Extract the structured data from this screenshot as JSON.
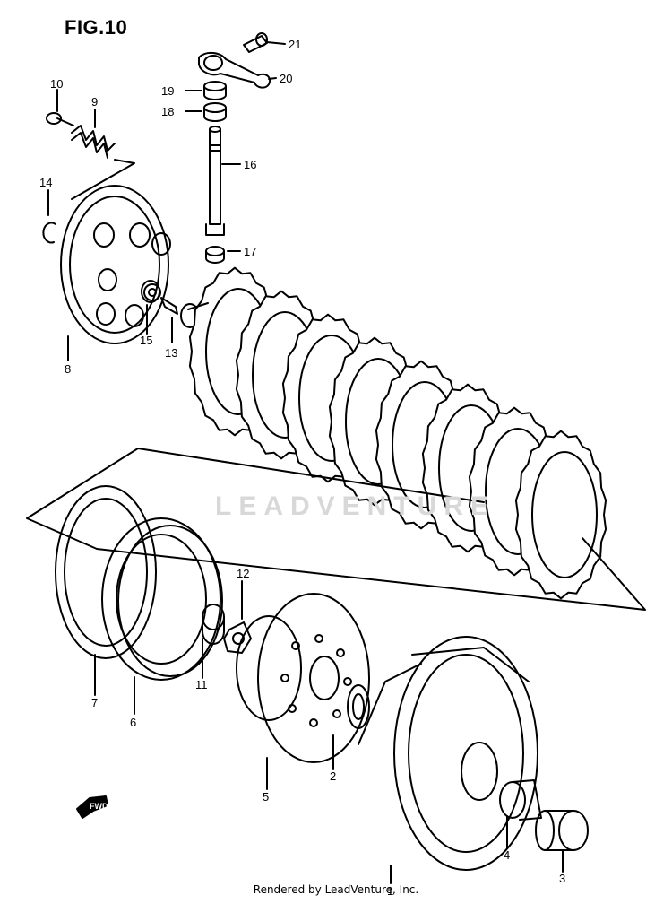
{
  "figure": {
    "title": "FIG.10",
    "watermark": "LEADVENTURE",
    "credit": "Rendered by LeadVenture, Inc.",
    "fwd_label": "FWD"
  },
  "callouts": [
    {
      "id": "21",
      "label": "21"
    },
    {
      "id": "20",
      "label": "20"
    },
    {
      "id": "19",
      "label": "19"
    },
    {
      "id": "18",
      "label": "18"
    },
    {
      "id": "16",
      "label": "16"
    },
    {
      "id": "17",
      "label": "17"
    },
    {
      "id": "10",
      "label": "10"
    },
    {
      "id": "9",
      "label": "9"
    },
    {
      "id": "14",
      "label": "14"
    },
    {
      "id": "15",
      "label": "15"
    },
    {
      "id": "13",
      "label": "13"
    },
    {
      "id": "8",
      "label": "8"
    },
    {
      "id": "12",
      "label": "12"
    },
    {
      "id": "11",
      "label": "11"
    },
    {
      "id": "7",
      "label": "7"
    },
    {
      "id": "6",
      "label": "6"
    },
    {
      "id": "5",
      "label": "5"
    },
    {
      "id": "2",
      "label": "2"
    },
    {
      "id": "4",
      "label": "4"
    },
    {
      "id": "1",
      "label": "1"
    },
    {
      "id": "3",
      "label": "3"
    }
  ]
}
